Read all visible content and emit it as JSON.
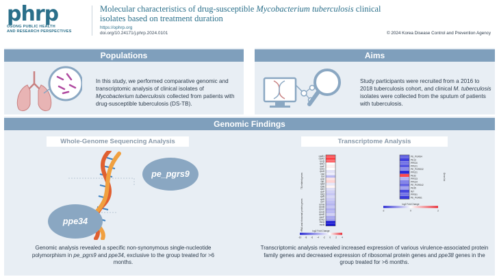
{
  "header": {
    "logo_word": "phrp",
    "logo_sub_1": "OSONG PUBLIC HEALTH",
    "logo_sub_2": "AND RESEARCH PERSPECTIVES",
    "title_pre": "Molecular characteristics of drug-susceptible ",
    "title_italic": "Mycobacterium tuberculosis",
    "title_post": " clinical isolates based on treatment duration",
    "url": "https://ophrp.org",
    "doi": "doi.org/10.24171/j.phrp.2024.0101",
    "copyright": "© 2024 Korea Disease Control and Prevention Agency"
  },
  "populations": {
    "heading": "Populations",
    "text_pre": "In this study, we performed comparative genomic and transcriptomic analysis of clinical isolates of ",
    "text_italic": "Mycobacterium tuberculosis",
    "text_post": " collected from patients with drug-susceptible tuberculosis (DS-TB)."
  },
  "aims": {
    "heading": "Aims",
    "text_pre": "Study participants were recruited from a 2016 to 2018 tuberculosis cohort, and clinical ",
    "text_italic": "M. tuberculosis",
    "text_post": " isolates were collected from the sputum of patients with tuberculosis."
  },
  "genomic": {
    "heading": "Genomic Findings",
    "wgs_heading": "Whole-Genome Sequencing Analysis",
    "transcriptome_heading": "Transcriptome Analysis",
    "gene_1": "pe_pgrs9",
    "gene_2": "ppe34",
    "wgs_text_pre": "Genomic analysis revealed a specific non-synonymous single-nucleotide polymorphism in ",
    "wgs_text_i1": "pe_pgrs9",
    "wgs_text_mid": " and ",
    "wgs_text_i2": "ppe34",
    "wgs_text_post": ", exclusive to the group treated for >6 months.",
    "tr_text_pre": "Transcriptomic analysis revealed increased expression of various virulence-associated protein family genes and decreased expression of ribosomal protein genes and ",
    "tr_text_italic": "ppe38",
    "tr_text_post": " genes in the group treated for >6 months."
  },
  "heatmap_left": {
    "genes": [
      "rpsB1",
      "rpsA2",
      "rpsD",
      "rpsO",
      "rpsF",
      "rpsG",
      "rpsH",
      "rpsI",
      "rplJ",
      "rplK",
      "rplL",
      "rplM",
      "rplN",
      "rplO",
      "rplP",
      "rplQ",
      "rplR",
      "rplS",
      "rplT",
      "rpmA",
      "rpmB",
      "rpmC",
      "rpmD",
      "rpmE",
      "rpmF",
      "rpmG",
      "esxA",
      "esxB"
    ],
    "values": [
      3.0,
      3.5,
      2.8,
      0,
      0.3,
      0,
      -0.5,
      -0.3,
      -1.2,
      0.5,
      0.8,
      -0.4,
      0.2,
      -0.6,
      -0.8,
      -1.0,
      -0.7,
      -0.9,
      -1.1,
      -1.3,
      -1.0,
      -1.4,
      -1.2,
      -0.8,
      -1.5,
      -1.6,
      -8.0,
      -9.0
    ],
    "group_1": "TB-related genes",
    "group_2": "rRNA and ribosomal protein genes",
    "legend_title": "log2 Fold Change",
    "ticks": [
      "-10",
      "-8",
      "-6",
      "-4",
      "-2",
      "0",
      "2",
      "4"
    ]
  },
  "heatmap_right": {
    "genes": [
      "PE_PGRS4",
      "PE13",
      "PPE20",
      "PPE21",
      "PE_PGRS32",
      "PPE31",
      "PE32",
      "PPE33",
      "PPE34",
      "PE_PGRS42",
      "PE35",
      "lfe7",
      "PPE51",
      "PE_PGRS1"
    ],
    "values": [
      -2.0,
      -2.5,
      -1.8,
      -2.2,
      -1.5,
      -2.8,
      2.5,
      -1.0,
      -1.6,
      -2.0,
      -1.2,
      -2.4,
      -1.8,
      -2.6
    ],
    "group": "Gene list",
    "legend_title": "log2 Fold Change",
    "ticks": [
      "-2",
      "0",
      "2"
    ]
  },
  "colors": {
    "accent": "#2a6f8a",
    "panel_head": "#7f9fbc",
    "panel_bg": "#e8eef4",
    "heat_high": "#e8202a",
    "heat_low": "#1a1ad0"
  }
}
